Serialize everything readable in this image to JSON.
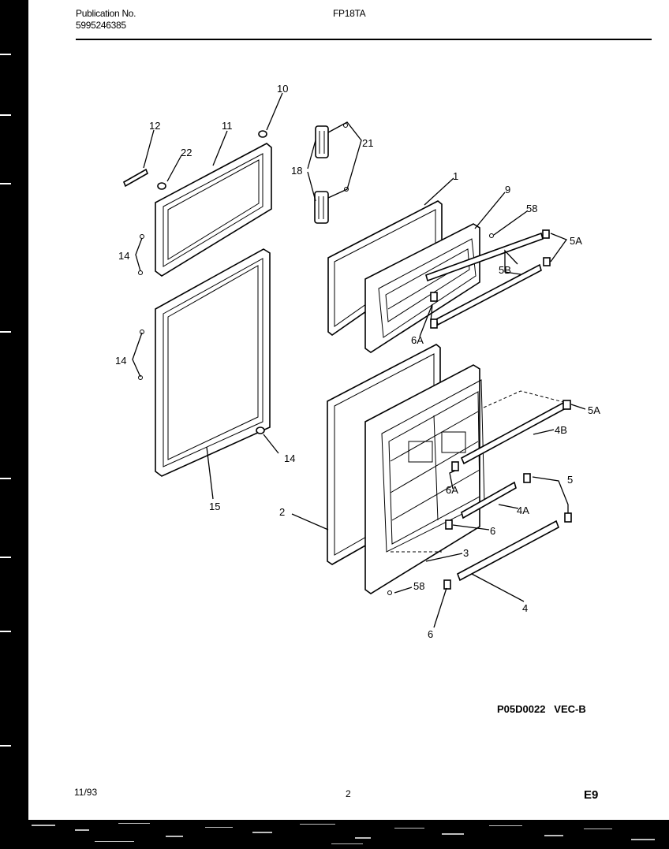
{
  "header": {
    "publication_label": "Publication No.",
    "publication_number": "5995246385",
    "model": "FP18TA"
  },
  "diagram_code": "P05D0022   VEC-B",
  "footer": {
    "date": "11/93",
    "page": "2",
    "section": "E9"
  },
  "callouts": {
    "c1": "1",
    "c2": "2",
    "c3": "3",
    "c4": "4",
    "c4a": "4A",
    "c4b": "4B",
    "c5": "5",
    "c5a_top": "5A",
    "c5a_mid": "5A",
    "c5b": "5B",
    "c6_mid": "6",
    "c6_bot": "6",
    "c6a_top": "6A",
    "c6a_mid": "6A",
    "c9": "9",
    "c10": "10",
    "c11": "11",
    "c12": "12",
    "c14_a": "14",
    "c14_b": "14",
    "c14_c": "14",
    "c15": "15",
    "c18": "18",
    "c21": "21",
    "c22": "22",
    "c58_top": "58",
    "c58_bot": "58"
  }
}
